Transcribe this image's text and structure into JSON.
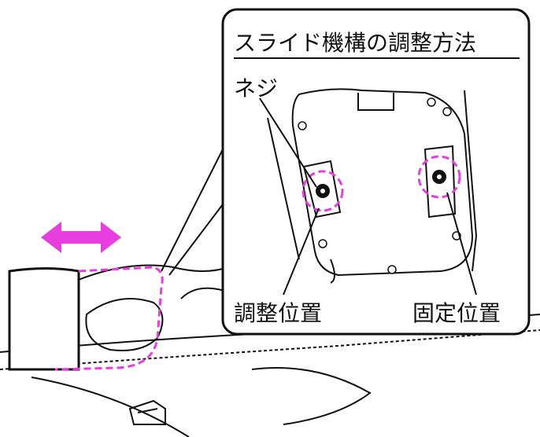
{
  "callout": {
    "title": "スライド機構の調整方法",
    "screw_label": "ネジ",
    "adjust_position_label": "調整位置",
    "fixed_position_label": "固定位置"
  },
  "colors": {
    "highlight": "#e83ee0",
    "line": "#111111"
  },
  "icons": [
    "double-arrow-icon",
    "screw-icon"
  ]
}
